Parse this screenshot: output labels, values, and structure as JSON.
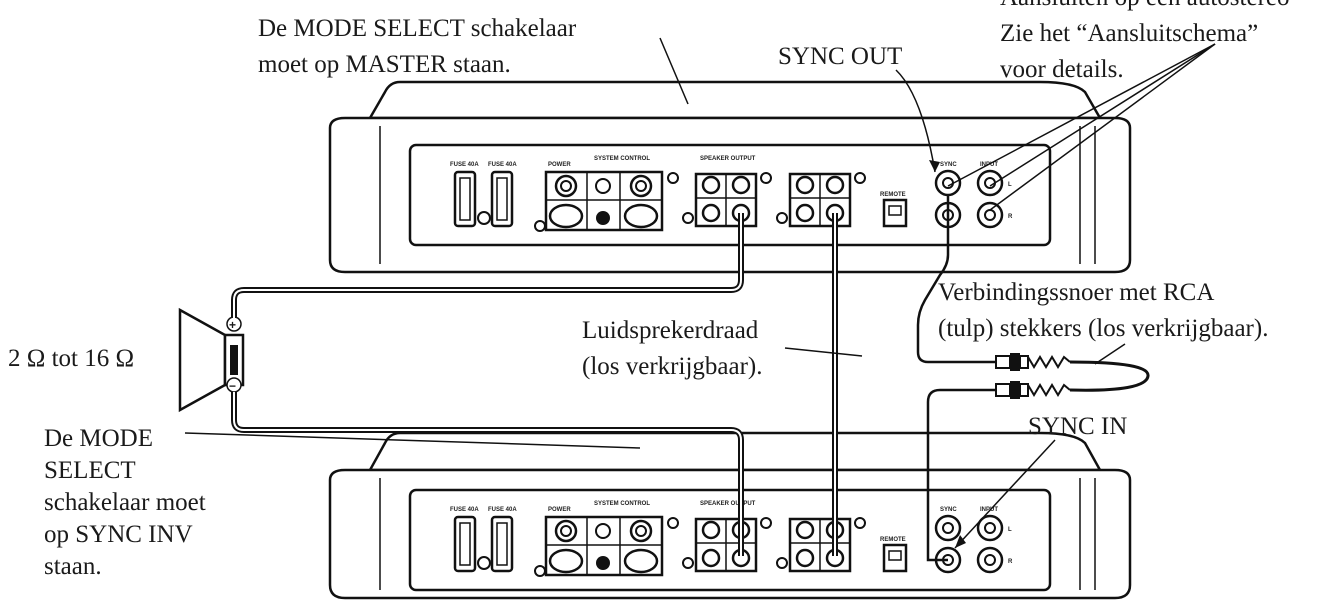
{
  "labels": {
    "master_mode": [
      "De MODE SELECT schakelaar",
      "moet op MASTER staan."
    ],
    "sync_out": "SYNC OUT",
    "stereo_connect": [
      "Aansluiten op een autostereo",
      "Zie het “Aansluitschema”",
      "voor details."
    ],
    "rca_cord": [
      "Verbindingssnoer met RCA",
      "(tulp) stekkers (los verkrijgbaar)."
    ],
    "speaker_wire": [
      "Luidsprekerdraad",
      "(los verkrijgbaar)."
    ],
    "impedance": "2 Ω tot 16 Ω",
    "slave_mode": [
      "De MODE",
      "SELECT",
      "schakelaar moet",
      "op SYNC INV",
      "staan."
    ],
    "sync_in": "SYNC IN"
  },
  "panel_text": {
    "fuse_a": "FUSE 40A",
    "fuse_b": "FUSE 40A",
    "power": "POWER",
    "system_control": "SYSTEM CONTROL",
    "remote": "REMOTE",
    "speaker_output": "SPEAKER OUTPUT",
    "sync": "SYNC",
    "input": "INPUT",
    "ch_l": "L",
    "ch_r": "R",
    "plus": "+",
    "minus": "−"
  }
}
